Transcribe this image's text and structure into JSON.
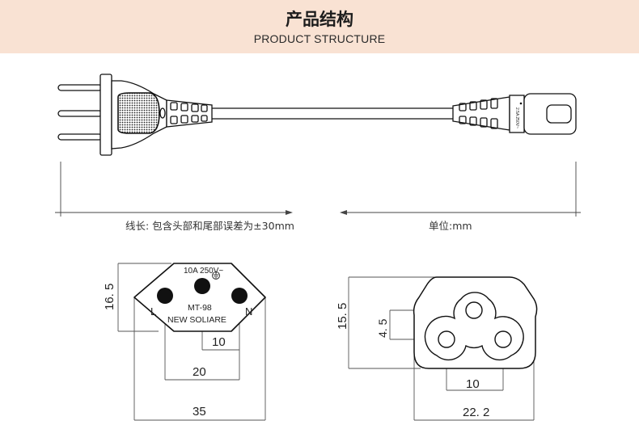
{
  "header": {
    "title_cn": "产品结构",
    "title_en": "PRODUCT STRUCTURE",
    "bg_color": "#f9e2d3"
  },
  "captions": {
    "length_note": "线长: 包含头部和尾部误差为±30mm",
    "unit": "单位:mm"
  },
  "plug_face": {
    "rating": "10A 250V~",
    "model": "MT-98",
    "brand": "NEW SOLIARE",
    "pin_left": "L",
    "pin_right": "N",
    "dim_height": "16. 5",
    "dim_pin_pitch": "10",
    "dim_outer_pins": "20",
    "dim_width": "35"
  },
  "connector_face": {
    "dim_height": "15. 5",
    "dim_offset": "4. 5",
    "dim_pin_pitch": "10",
    "dim_width": "22. 2"
  },
  "connector_side": {
    "rating": "2.5A 250V~"
  }
}
